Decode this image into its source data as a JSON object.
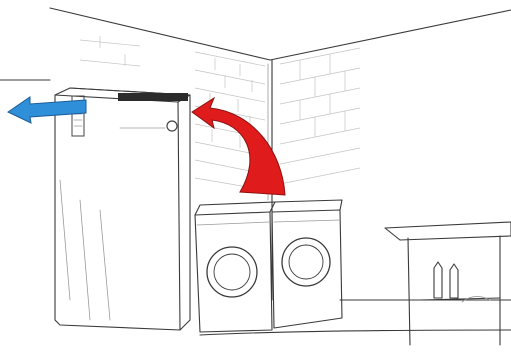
{
  "colors": {
    "outflow_arrow": "#2f8fd8",
    "inflow_arrow": "#e01b1b",
    "line": "#3a3a3a",
    "background": "#ffffff"
  },
  "elements": {
    "heat_pump": "heat-pump-water-heater",
    "washer": "front-load-washing-machine",
    "dryer": "front-load-dryer",
    "shelf": "wall-shelf-with-bottles",
    "outflow": "blue-arrow-left",
    "inflow": "red-curved-arrow"
  }
}
